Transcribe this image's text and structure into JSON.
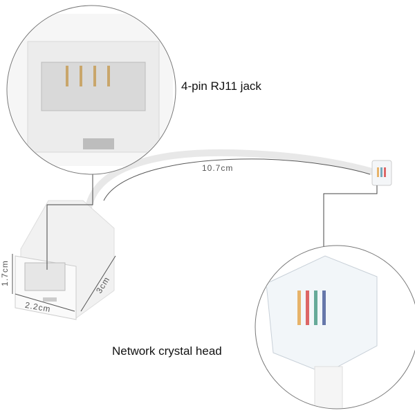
{
  "labels": {
    "jack": "4-pin RJ11 jack",
    "head": "Network crystal head"
  },
  "dimensions": {
    "cable_length": "10.7cm",
    "height": "1.7cm",
    "width": "2.2cm",
    "depth": "3cm"
  }
}
